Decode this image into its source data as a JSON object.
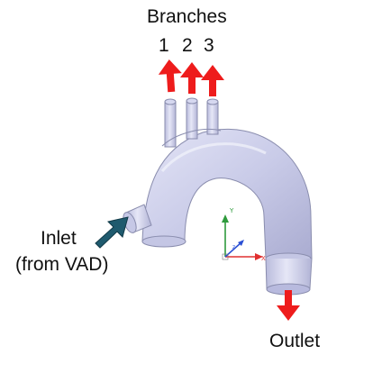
{
  "figure": {
    "branches_title": "Branches",
    "branch_numbers": [
      "1",
      "2",
      "3"
    ],
    "inlet_label": "Inlet",
    "inlet_sub_label": "(from VAD)",
    "outlet_label": "Outlet"
  },
  "axes_triad": {
    "y_label": "Y",
    "x_label": "X"
  },
  "colors": {
    "vessel_fill": "#d2d4ee",
    "vessel_edge": "#8a8dae",
    "branch_arrow": "#ee1c1c",
    "inlet_arrow": "#1f5a6e",
    "outlet_arrow": "#ee1c1c"
  },
  "icons": [
    "up-arrow-icon",
    "inlet-arrow-icon",
    "down-arrow-icon",
    "axis-triad-icon"
  ]
}
